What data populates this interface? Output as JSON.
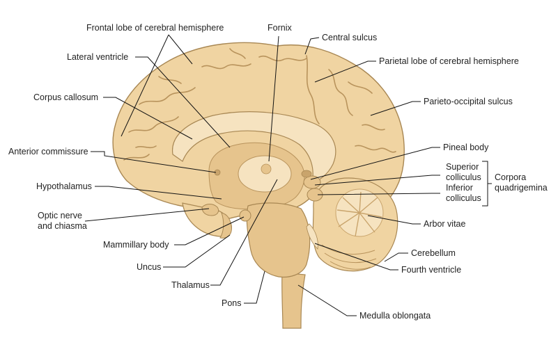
{
  "colors": {
    "tissue": "#f0d4a2",
    "tissue_light": "#f6e3c0",
    "tissue_mid": "#e6c48d",
    "tissue_shadow": "#c9a46c",
    "outline": "#a88753",
    "label_text": "#222222",
    "leader_line": "#111111"
  },
  "labels": {
    "frontal_lobe": "Frontal lobe of cerebral hemisphere",
    "fornix": "Fornix",
    "central_sulcus": "Central sulcus",
    "lateral_ventricle": "Lateral ventricle",
    "parietal_lobe": "Parietal lobe of cerebral hemisphere",
    "corpus_callosum": "Corpus callosum",
    "parieto_occipital_sulcus": "Parieto-occipital sulcus",
    "pineal_body": "Pineal body",
    "anterior_commissure": "Anterior commissure",
    "superior_colliculus_line1": "Superior",
    "superior_colliculus_line2": "colliculus",
    "corpora_quadrigemina_line1": "Corpora",
    "corpora_quadrigemina_line2": "quadrigemina",
    "hypothalamus": "Hypothalamus",
    "inferior_colliculus_line1": "Inferior",
    "inferior_colliculus_line2": "colliculus",
    "optic_nerve_line1": "Optic nerve",
    "optic_nerve_line2": "and chiasma",
    "arbor_vitae": "Arbor vitae",
    "mammillary_body": "Mammillary body",
    "cerebellum": "Cerebellum",
    "uncus": "Uncus",
    "fourth_ventricle": "Fourth ventricle",
    "thalamus": "Thalamus",
    "pons": "Pons",
    "medulla_oblongata": "Medulla oblongata"
  }
}
